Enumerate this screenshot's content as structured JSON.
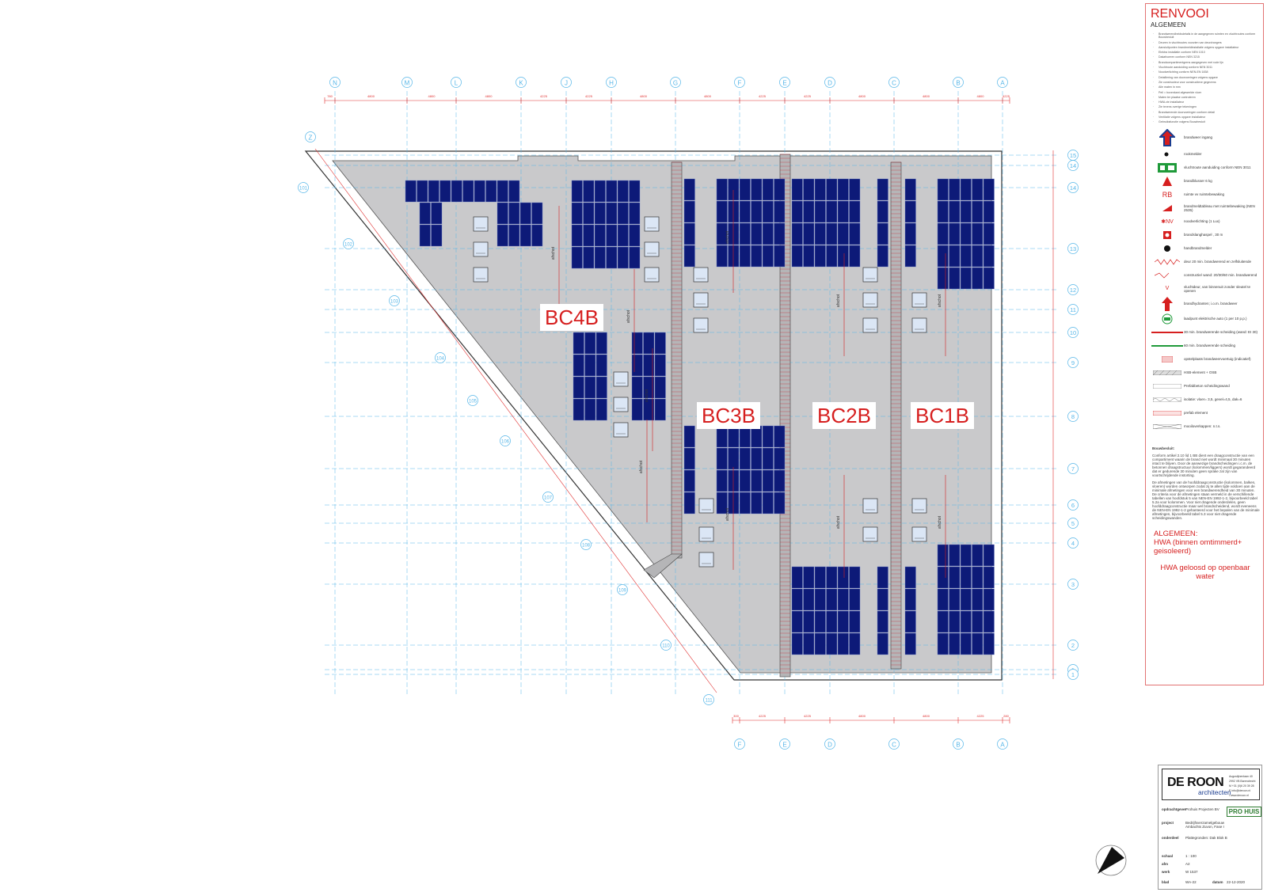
{
  "grid": {
    "top_letters": [
      "N",
      "M",
      "L",
      "K",
      "J",
      "H",
      "G",
      "F",
      "E",
      "D",
      "C",
      "B",
      "A"
    ],
    "bottom_letters": [
      "F",
      "E",
      "D",
      "C",
      "B",
      "A"
    ],
    "right_numbers": [
      "15",
      "14",
      "14",
      "13",
      "12",
      "11",
      "10",
      "9",
      "8",
      "7",
      "6",
      "5",
      "4",
      "3",
      "2",
      "1",
      "1"
    ],
    "diag_numbers": [
      "101",
      "102",
      "103",
      "104",
      "105",
      "106",
      "107",
      "108",
      "109",
      "110",
      "111"
    ],
    "z_label": "Z",
    "top_dims": [
      "780",
      "4800",
      "4800",
      "4800",
      "4225",
      "4225",
      "4800",
      "4800",
      "4225",
      "4225",
      "4800",
      "4800",
      "4800",
      "4225",
      "280"
    ],
    "bottom_dims": [
      "300",
      "4225",
      "4225",
      "4800",
      "4800",
      "4225",
      "280"
    ]
  },
  "zones": {
    "bc4b": "BC4B",
    "bc3b": "BC3B",
    "bc2b": "BC2B",
    "bc1b": "BC1B"
  },
  "legend": {
    "title": "RENVOOI",
    "subtitle": "ALGEMEEN",
    "notes": [
      "Brandwerendheidsdetails in de aangegeven ruimten en vluchtroutes conform Bouwbesluit",
      "Deuren in vluchtroutes voorzien van deurdrangers",
      "Aansluitpunten brandmeldinstallatie volgens opgave installateur",
      "Elektra installatie conform NEN 1010",
      "Dakafvoeren conform NEN 3215",
      "Brandcompartimentgrens aangegeven met rode lijn",
      "Vluchtroute aanduiding conform NEN 3011",
      "Noodverlichting conform NEN-EN 1838",
      "Detaillering van doorvoeringen volgens opgave",
      "Zie constructeur voor constructieve gegevens",
      "Alle maten in mm",
      "Peil = bovenkant afgewerkte vloer",
      "Maten ter plaatse controleren",
      "HWA zie installateur",
      "Zie tevens overige tekeningen",
      "Brandwerende doorvoeringen conform detail",
      "Ventilatie volgens opgave installateur",
      "Gebruiksfunctie volgens Bouwbesluit"
    ],
    "symbols": [
      {
        "icon": "brandweer-ingang-icon",
        "label": "brandweer ingang"
      },
      {
        "icon": "rookmelder-icon",
        "label": "rookmelder"
      },
      {
        "icon": "vluchtroute-icon",
        "label": "vluchtroute aanduiding conform NEN 3011"
      },
      {
        "icon": "brandblusser-icon",
        "label": "brandblusser 6 kg"
      },
      {
        "icon": "rb-icon",
        "label": "ruimte vv ruimtebewaking"
      },
      {
        "icon": "brandmeldtableau-icon",
        "label": "brandmeldtableau met ruimtebewaking (NEN 2535)"
      },
      {
        "icon": "noodverlichting-icon",
        "label": "noodverlichting (1 Lux)"
      },
      {
        "icon": "brandslanghaspel-icon",
        "label": "brandslanghaspel , 30 m"
      },
      {
        "icon": "handbrandmelder-icon",
        "label": "handbrandmelder"
      },
      {
        "icon": "deur-icon",
        "label": "deur 20 min. brandwerend en zelfsluitende"
      },
      {
        "icon": "wand-icon",
        "label": "constructie/ wand: 20/30/60 min. brandwerend"
      },
      {
        "icon": "vluchtdeur-icon",
        "label": "vluchtdeur, van binnenuit zonder sleutel te openen"
      },
      {
        "icon": "brandhydrant-icon",
        "label": "brandhydranten; i.o.m. brandweer"
      },
      {
        "icon": "laadpunt-icon",
        "label": "laadpunt elektrische auto (1 per 10 p.p.)"
      },
      {
        "icon": "line30-icon",
        "label": "30 min. brandwerende scheiding (wand: EI 30)"
      },
      {
        "icon": "line60-icon",
        "label": "60 min. brandwerende scheiding"
      },
      {
        "icon": "opstelplaats-icon",
        "label": "opstelplaats brandweervoertuig (indicatief)"
      },
      {
        "icon": "hsb-icon",
        "label": "HSB-element + OSB"
      },
      {
        "icon": "prefab-scheiding-icon",
        "label": "Prefabbeton scheidingswand"
      },
      {
        "icon": "isolatie-icon",
        "label": "isolatie: vloer= 3,5, gevel=4,5, dak=6"
      },
      {
        "icon": "prefab-element-icon",
        "label": "prefab element"
      },
      {
        "icon": "vide-icon",
        "label": "mooiloverkappen: n.t.s."
      }
    ],
    "bouwbesluit_heading": "Bouwbesluit:",
    "bouwbesluit_text": "Conform artikel 2.10 lid 1 BB dient een draagconstructie van een compartiment waarin de brand niet wordt minimaal 30 minuten intact te blijven. Door de aanwezige brandscheidingen i.c.m. de betonnen draagstructuur (kolommen/liggers) wordt gegarandeerd dat er gedurende 30 minuten geen sprake zal zijn van voortschrijdende instorting.",
    "bouwbesluit_text2": "De afmetingen van de hoofddraagconstructie (kolommen, balken, vloeren) worden ontworpen zodat zij te allen tijde voldoen aan de minimale afmetingen voor een brandwerendheid van 30 minuten. De criteria voor de afmetingen staan vermeld in de verschillende tabellen van hoofdstuk 5 van NEN-EN 1992-1-2, bijvoorbeeld tabel 5.2a voor kolommen. Voor niet dragende onderdelen, geen hoofddraagconstructie maar wel brandscheidend, wordt eveneens de NEN-EN 1992-1-2 gehanteerd voor het bepalen van de minimale afmetingen, bijvoorbeeld tabel 5.3 voor niet dragende scheidingswanden.",
    "algemeen": "ALGEMEEN:",
    "hwa1": "HWA (binnen omtimmerd+ geisoleerd)",
    "hwa2": "HWA geloosd op openbaar water"
  },
  "titleblock": {
    "logo_main": "DE ROON",
    "logo_sub": "architecten",
    "address": [
      "Augustijnenlaan 40",
      "2992 VB Barendrecht",
      "M +31 (0)6 20 39 28",
      "E info@deroon.nl",
      "I www.deroon.nl"
    ],
    "opdrachtgever_k": "opdrachtgever",
    "opdrachtgever_v": "Prohuis Projecten BV",
    "prohuis": "PRO HUIS",
    "project_k": "project",
    "project_v": "Bedrijfsverzamelgebouw Ambachts Zuvon, Fase I",
    "onderdeel_k": "onderdeel",
    "onderdeel_v": "Plattegronden: Dak Blok B",
    "schaal_k": "schaal",
    "schaal_v": "1 : 100",
    "afm_k": "afm",
    "afm_v": "A2",
    "werk_k": "werk",
    "werk_v": "W 1537",
    "blad_k": "blad",
    "blad_v": "WA-22",
    "datum_k": "datum",
    "datum_v": "22-12-2020"
  },
  "plan_labels": {
    "afschot": "afschot",
    "colors": {
      "roof": "#c9c9cb",
      "panel": "#0d1a78",
      "grid_red": "#e03030",
      "grid_blue": "#56b6e8",
      "zone_text": "#d61f1f"
    }
  }
}
